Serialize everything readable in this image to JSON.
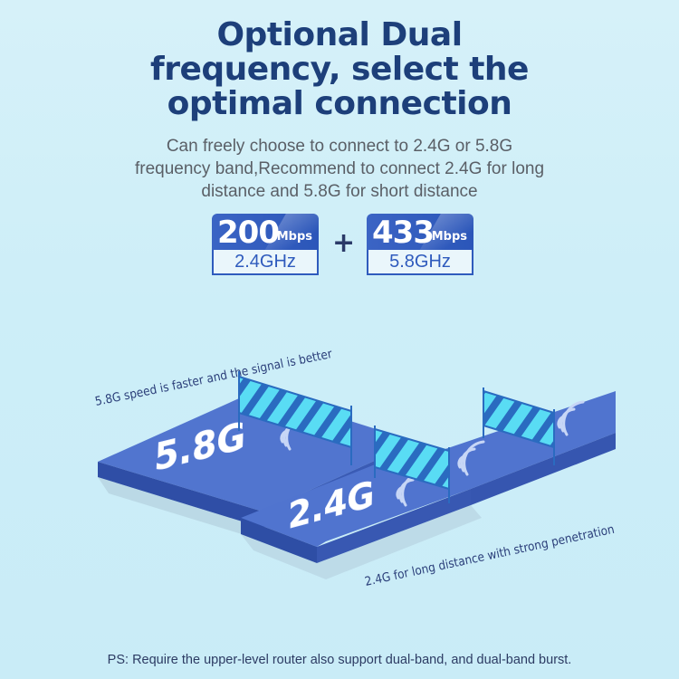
{
  "heading": {
    "line1": "Optional Dual",
    "line2": "frequency, select the",
    "line3": "optimal connection"
  },
  "description": {
    "line1": "Can freely choose to connect to 2.4G or 5.8G",
    "line2": "frequency band,Recommend to connect 2.4G for long",
    "line3": "distance and 5.8G for short distance"
  },
  "badges": [
    {
      "speed": "200",
      "unit": "Mbps",
      "band": "2.4GHz"
    },
    {
      "speed": "433",
      "unit": "Mbps",
      "band": "5.8GHz"
    }
  ],
  "plus_sign": "+",
  "illustration": {
    "band_58_label": "5.8G",
    "band_24_label": "2.4G",
    "caption_58": "5.8G speed is faster and the signal is better",
    "caption_24": "2.4G for long distance with strong penetration"
  },
  "footnote": "PS: Require the upper-level router also support dual-band, and dual-band burst.",
  "colors": {
    "background": "#cdeef8",
    "heading": "#1d3f7a",
    "accent_blue": "#2f5bbd",
    "barrier_cyan": "#4fd6f2"
  }
}
